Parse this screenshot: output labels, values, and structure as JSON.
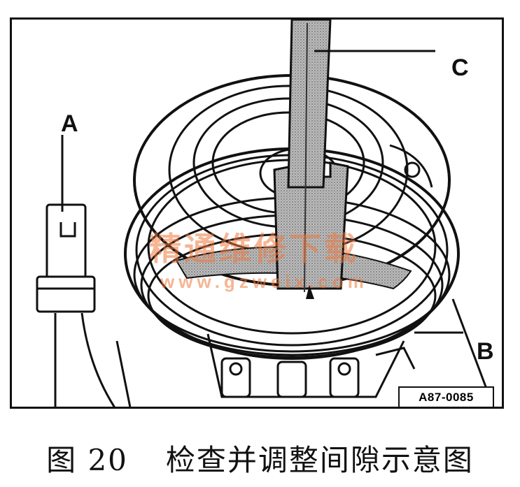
{
  "labels": {
    "a": "A",
    "b": "B",
    "c": "C"
  },
  "reference_code": "A87-0085",
  "watermark": {
    "text_cn": "精通维修下载",
    "url": "www.gzweix.com"
  },
  "caption": {
    "figure_number": "图 20",
    "title": "检查并调整间隙示意图"
  },
  "colors": {
    "line": "#111111",
    "watermark": "#ee783c"
  }
}
